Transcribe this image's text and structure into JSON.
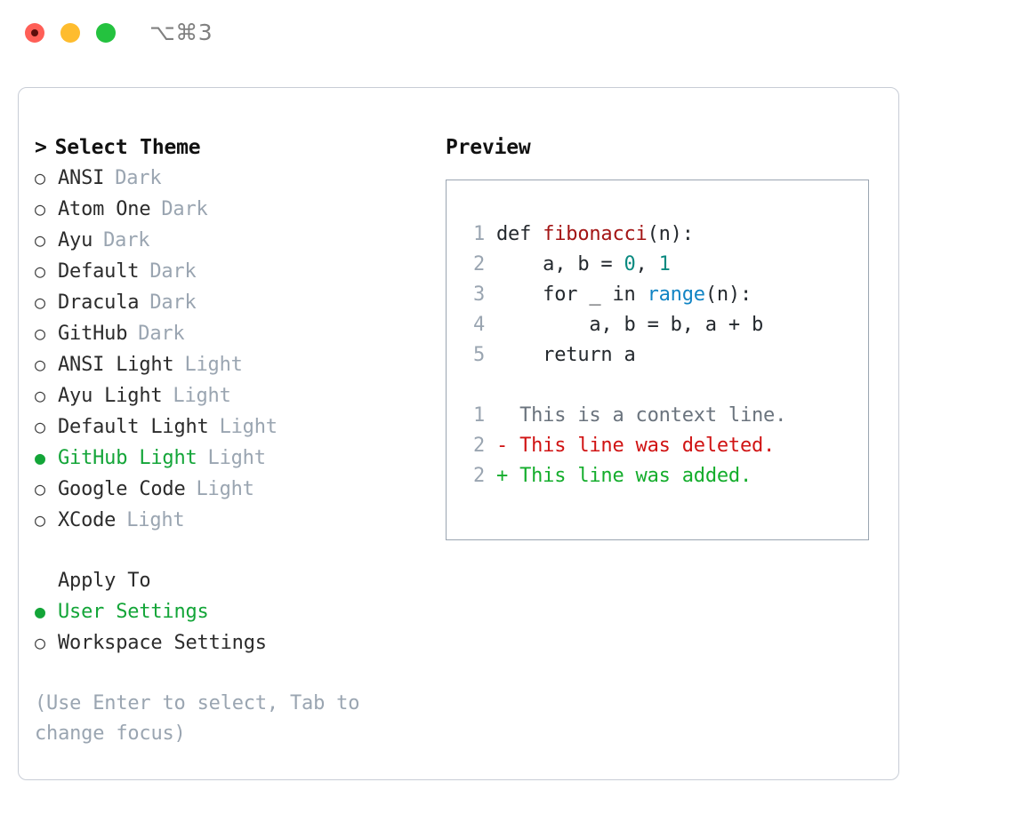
{
  "titlebar": {
    "traffic_lights": [
      {
        "name": "close",
        "color": "#ff5f57"
      },
      {
        "name": "minimize",
        "color": "#febc2e"
      },
      {
        "name": "zoom",
        "color": "#24c23f"
      }
    ],
    "shortcut": "⌥⌘3"
  },
  "theme_picker": {
    "header_caret": ">",
    "header": "Select Theme",
    "bullet_unselected": "○",
    "bullet_selected": "●",
    "items": [
      {
        "label": "ANSI",
        "suffix": "Dark",
        "selected": false
      },
      {
        "label": "Atom One",
        "suffix": "Dark",
        "selected": false
      },
      {
        "label": "Ayu",
        "suffix": "Dark",
        "selected": false
      },
      {
        "label": "Default",
        "suffix": "Dark",
        "selected": false
      },
      {
        "label": "Dracula",
        "suffix": "Dark",
        "selected": false
      },
      {
        "label": "GitHub",
        "suffix": "Dark",
        "selected": false
      },
      {
        "label": "ANSI Light",
        "suffix": "Light",
        "selected": false
      },
      {
        "label": "Ayu Light",
        "suffix": "Light",
        "selected": false
      },
      {
        "label": "Default Light",
        "suffix": "Light",
        "selected": false
      },
      {
        "label": "GitHub Light",
        "suffix": "Light",
        "selected": true
      },
      {
        "label": "Google Code",
        "suffix": "Light",
        "selected": false
      },
      {
        "label": "XCode",
        "suffix": "Light",
        "selected": false
      }
    ]
  },
  "apply_to": {
    "title": "Apply To",
    "items": [
      {
        "label": "User Settings",
        "selected": true
      },
      {
        "label": "Workspace Settings",
        "selected": false
      }
    ]
  },
  "hint": "(Use Enter to select, Tab to change focus)",
  "preview": {
    "title": "Preview",
    "code_lines": [
      {
        "no": "1",
        "tokens": [
          {
            "t": "def ",
            "k": "plain"
          },
          {
            "t": "fibonacci",
            "k": "func"
          },
          {
            "t": "(n):",
            "k": "plain"
          }
        ]
      },
      {
        "no": "2",
        "tokens": [
          {
            "t": "    a, b = ",
            "k": "plain"
          },
          {
            "t": "0",
            "k": "num"
          },
          {
            "t": ", ",
            "k": "plain"
          },
          {
            "t": "1",
            "k": "num"
          }
        ]
      },
      {
        "no": "3",
        "tokens": [
          {
            "t": "    for _ in ",
            "k": "plain"
          },
          {
            "t": "range",
            "k": "call"
          },
          {
            "t": "(n):",
            "k": "plain"
          }
        ]
      },
      {
        "no": "4",
        "tokens": [
          {
            "t": "        a, b = b, a + b",
            "k": "plain"
          }
        ]
      },
      {
        "no": "5",
        "tokens": [
          {
            "t": "    return a",
            "k": "plain"
          }
        ]
      }
    ],
    "diff_lines": [
      {
        "no": "1",
        "marker": "  ",
        "text": "This is a context line.",
        "kind": "ctx"
      },
      {
        "no": "2",
        "marker": "- ",
        "text": "This line was deleted.",
        "kind": "del"
      },
      {
        "no": "2",
        "marker": "+ ",
        "text": "This line was added.",
        "kind": "add"
      }
    ]
  },
  "colors": {
    "accent_green": "#13a538",
    "muted": "#9aa5b1",
    "text": "#24292e",
    "func_red": "#a31515",
    "number_teal": "#0a8a80",
    "call_blue": "#1184c4",
    "diff_delete": "#d01313",
    "diff_add": "#14ad2c",
    "panel_border": "#c8cdd6",
    "preview_border": "#9aa5b1"
  }
}
